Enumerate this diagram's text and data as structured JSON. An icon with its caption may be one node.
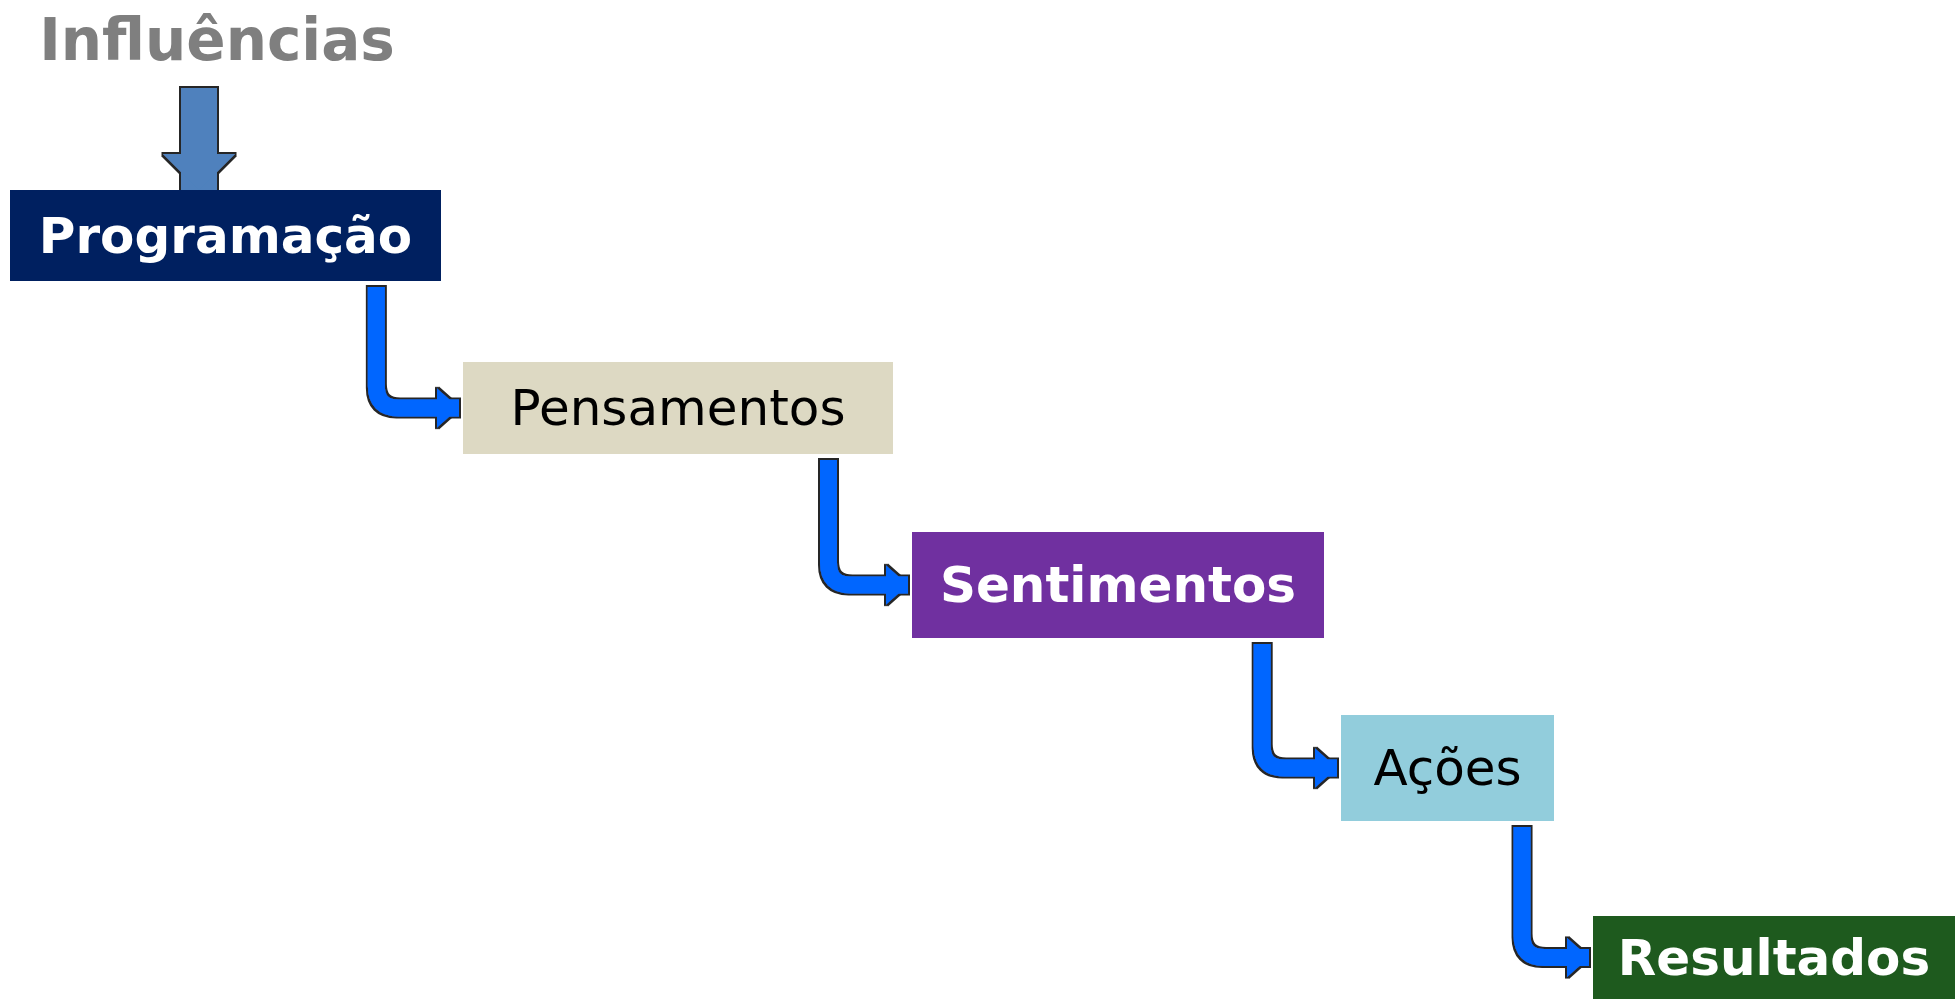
{
  "diagram": {
    "nodes": [
      {
        "text": [
          "Influências"
        ]
      },
      {
        "text": [
          "Programação"
        ]
      },
      {
        "text": [
          "Pensamentos"
        ]
      },
      {
        "text": [
          "Sentimentos"
        ]
      },
      {
        "text": [
          "Ações"
        ]
      },
      {
        "text": [
          "Resultados"
        ]
      }
    ],
    "edges": [
      {
        "from": 0,
        "to": 1,
        "arrow": "to",
        "style": "thick",
        "color": "#4f81bd"
      },
      {
        "from": 1,
        "to": 2,
        "arrow": "to"
      },
      {
        "from": 2,
        "to": 3,
        "arrow": "to"
      },
      {
        "from": 3,
        "to": 4,
        "arrow": "to"
      },
      {
        "from": 4,
        "to": 5,
        "arrow": "to"
      }
    ]
  }
}
